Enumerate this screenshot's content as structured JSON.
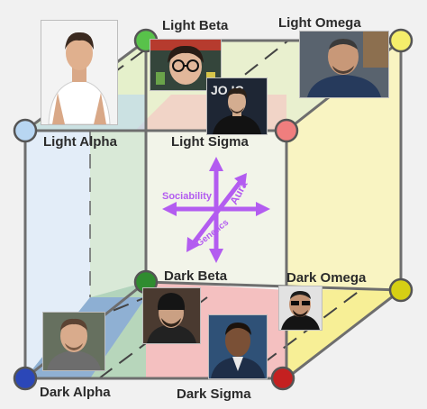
{
  "corners": {
    "light_alpha": {
      "label": "Light Alpha",
      "color": "#b8d6f2"
    },
    "light_beta": {
      "label": "Light Beta",
      "color": "#58c24a"
    },
    "light_omega": {
      "label": "Light Omega",
      "color": "#f5ee6b"
    },
    "light_sigma": {
      "label": "Light Sigma",
      "color": "#f07e7e"
    },
    "dark_alpha": {
      "label": "Dark Alpha",
      "color": "#2b47b8"
    },
    "dark_beta": {
      "label": "Dark Beta",
      "color": "#2f8c2f"
    },
    "dark_omega": {
      "label": "Dark Omega",
      "color": "#d6cf14"
    },
    "dark_sigma": {
      "label": "Dark Sigma",
      "color": "#c42020"
    }
  },
  "axes": {
    "x": "Sociability",
    "y": "Aura",
    "z": "Genetics",
    "color": "#b35cf0"
  },
  "photos": {
    "light_alpha": {
      "icon": "man-white-shirt-photo"
    },
    "light_beta": {
      "icon": "man-glasses-photo"
    },
    "light_sigma": {
      "icon": "man-suit-photo",
      "caption": "JO   IC"
    },
    "light_omega": {
      "icon": "man-bald-photo"
    },
    "dark_alpha": {
      "icon": "man-grey-shirt-photo"
    },
    "dark_beta": {
      "icon": "man-beanie-photo"
    },
    "dark_omega": {
      "icon": "man-sunglasses-photo"
    },
    "dark_sigma": {
      "icon": "man-blazer-photo"
    }
  }
}
